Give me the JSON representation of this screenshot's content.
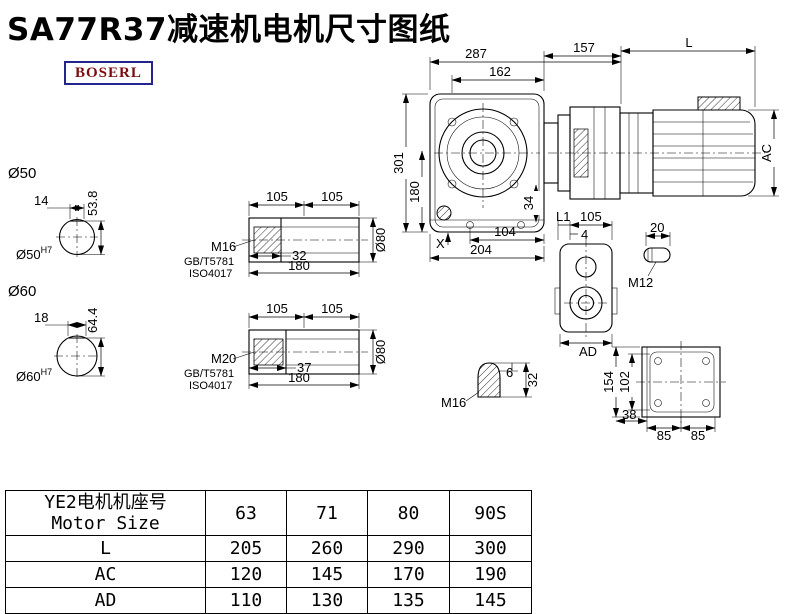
{
  "page": {
    "title": "SA77R37减速机电机尺寸图纸",
    "logo": "BOSERL"
  },
  "main_view": {
    "dim_287": "287",
    "dim_162": "162",
    "dim_157": "157",
    "dim_L": "L",
    "dim_301": "301",
    "dim_180": "180",
    "dim_34": "34",
    "dim_X": "X",
    "dim_104": "104",
    "dim_204": "204",
    "dim_AC": "AC"
  },
  "shaft_50": {
    "label": "Ø50",
    "keyway_width": "14",
    "key_height": "53.8",
    "bore": "Ø50",
    "bore_tol": "H7"
  },
  "shaft_60": {
    "label": "Ø60",
    "keyway_width": "18",
    "key_height": "64.4",
    "bore": "Ø60",
    "bore_tol": "H7"
  },
  "shaft_detail_1": {
    "dim_105a": "105",
    "dim_105b": "105",
    "thread": "M16",
    "std_1": "GB/T5781",
    "std_2": "ISO4017",
    "dim_len": "32",
    "dim_180": "180",
    "dim_dia": "Ø80"
  },
  "shaft_detail_2": {
    "dim_105a": "105",
    "dim_105b": "105",
    "thread": "M20",
    "std_1": "GB/T5781",
    "std_2": "ISO4017",
    "dim_len": "37",
    "dim_180": "180",
    "dim_dia": "Ø80"
  },
  "side_view": {
    "dim_L1": "L1",
    "dim_105": "105",
    "dim_4": "4",
    "dim_AD": "AD"
  },
  "plug_m12": {
    "dim_20": "20",
    "thread": "M12"
  },
  "plug_m16": {
    "dim_6": "6",
    "dim_32": "32",
    "thread": "M16"
  },
  "back_view": {
    "dim_154": "154",
    "dim_102": "102",
    "dim_38": "38",
    "dim_85a": "85",
    "dim_85b": "85"
  },
  "table": {
    "header": {
      "label_cn": "YE2电机机座号",
      "label_en": "Motor Size",
      "sizes": [
        "63",
        "71",
        "80",
        "90S"
      ]
    },
    "rows": [
      {
        "label": "L",
        "values": [
          "205",
          "260",
          "290",
          "300"
        ]
      },
      {
        "label": "AC",
        "values": [
          "120",
          "145",
          "170",
          "190"
        ]
      },
      {
        "label": "AD",
        "values": [
          "110",
          "130",
          "135",
          "145"
        ]
      }
    ]
  }
}
